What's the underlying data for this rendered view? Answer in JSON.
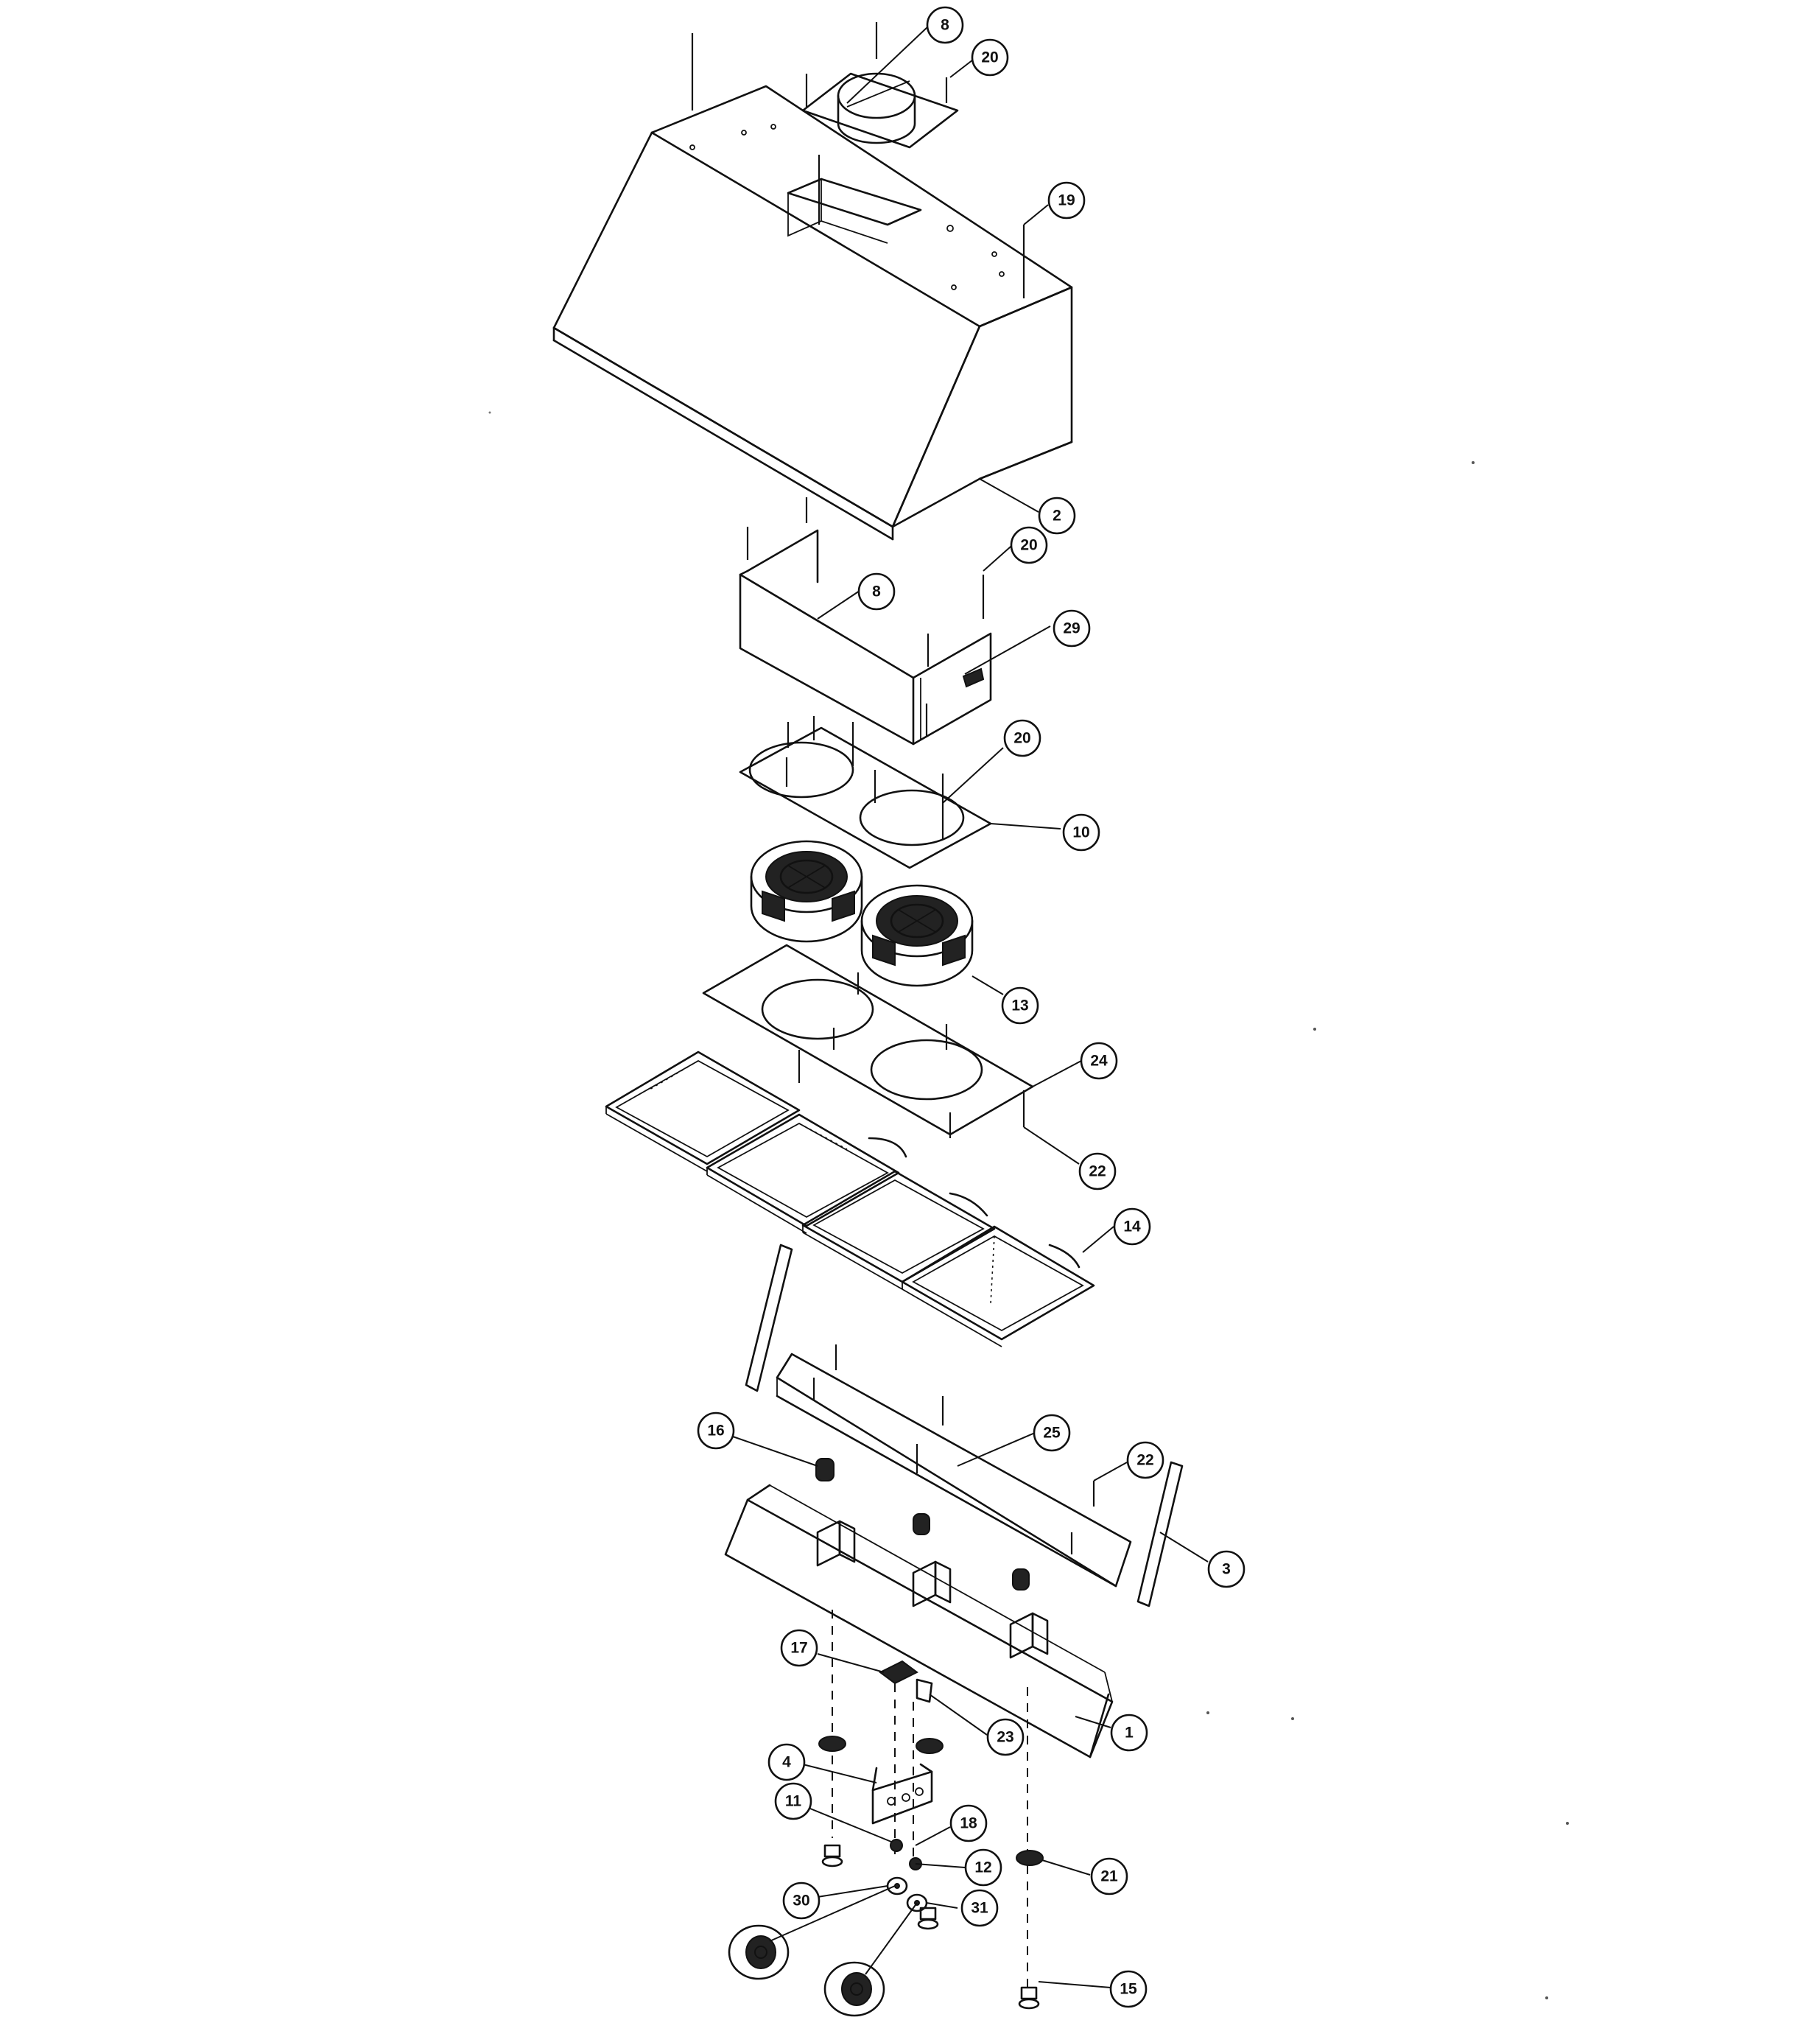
{
  "diagram": {
    "callouts": [
      {
        "id": "c8a",
        "label": "8"
      },
      {
        "id": "c20a",
        "label": "20"
      },
      {
        "id": "c19",
        "label": "19"
      },
      {
        "id": "c2",
        "label": "2"
      },
      {
        "id": "c20b",
        "label": "20"
      },
      {
        "id": "c8b",
        "label": "8"
      },
      {
        "id": "c29",
        "label": "29"
      },
      {
        "id": "c20c",
        "label": "20"
      },
      {
        "id": "c10",
        "label": "10"
      },
      {
        "id": "c13",
        "label": "13"
      },
      {
        "id": "c24",
        "label": "24"
      },
      {
        "id": "c22a",
        "label": "22"
      },
      {
        "id": "c14",
        "label": "14"
      },
      {
        "id": "c16",
        "label": "16"
      },
      {
        "id": "c25",
        "label": "25"
      },
      {
        "id": "c22b",
        "label": "22"
      },
      {
        "id": "c3",
        "label": "3"
      },
      {
        "id": "c17",
        "label": "17"
      },
      {
        "id": "c1",
        "label": "1"
      },
      {
        "id": "c23",
        "label": "23"
      },
      {
        "id": "c4",
        "label": "4"
      },
      {
        "id": "c11",
        "label": "11"
      },
      {
        "id": "c18",
        "label": "18"
      },
      {
        "id": "c12",
        "label": "12"
      },
      {
        "id": "c21",
        "label": "21"
      },
      {
        "id": "c30",
        "label": "30"
      },
      {
        "id": "c31",
        "label": "31"
      },
      {
        "id": "c15",
        "label": "15"
      }
    ]
  }
}
